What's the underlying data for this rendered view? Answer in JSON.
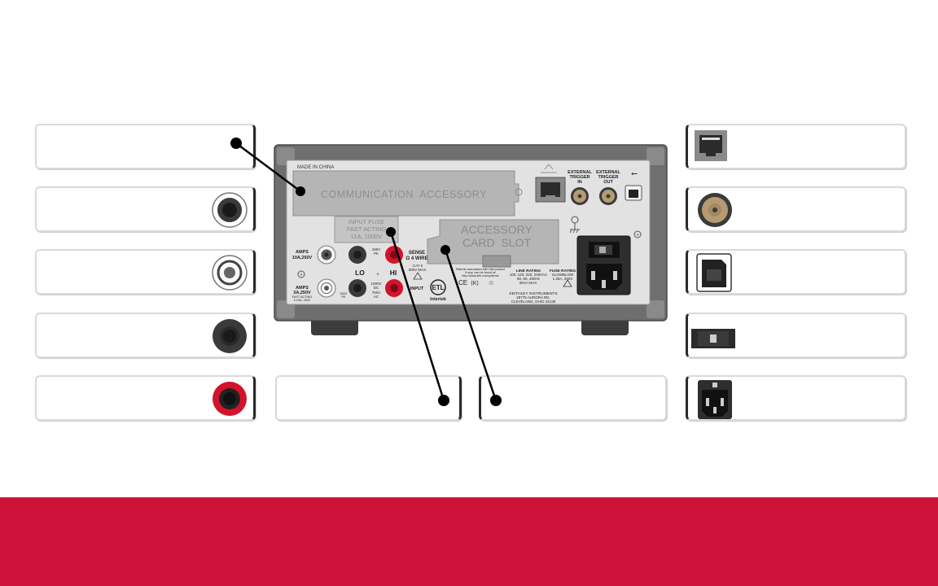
{
  "panel": {
    "made_in": "MADE IN CHINA",
    "comm_slot_label": "COMMUNICATION  ACCESSORY",
    "input_fuse": [
      "INPUT FUSE",
      "FAST ACTING",
      "11A, 1000V"
    ],
    "accessory_slot": [
      "ACCESSORY",
      "CARD  SLOT"
    ],
    "amps_10a": [
      "AMPS",
      "10A,250V"
    ],
    "amps_3a": [
      "AMPS",
      "3A,250V"
    ],
    "amps_3a_sub": [
      "FAST ACTING",
      "3.15A, 250V"
    ],
    "lo_label": "LO",
    "hi_label": "HI",
    "sense_label": [
      "SENSE",
      "Ω 4 WIRE"
    ],
    "input_label": "INPUT",
    "cat_label": [
      "CAT II",
      "300V MAX."
    ],
    "v_150": [
      "150V",
      "PK"
    ],
    "v_1000": [
      "1000V",
      "DC"
    ],
    "v_750": [
      "750V",
      "AC"
    ],
    "v_500": [
      "500V",
      "PK"
    ],
    "ext_trig_in": [
      "EXTERNAL",
      "TRIGGER",
      "IN"
    ],
    "ext_trig_out": [
      "EXTERNAL",
      "TRIGGER",
      "OUT"
    ],
    "line_rating": [
      "LINE RATING",
      "100, 120, 220, 240VAC",
      "50, 60, 400Hz",
      "45VA MAX."
    ],
    "fuse_rating": [
      "FUSE RATING",
      "SLOWBLOW",
      "1.25A, 250V"
    ],
    "patents": [
      "Patents associated with this product",
      "if any, can be found at",
      "http://www.tek.com/patents"
    ],
    "intertek": "Intertek",
    "maker": [
      "KEITHLEY INSTRUMENTS",
      "28775 AURORA RD.",
      "CLEVELAND, OHIO 44139"
    ]
  },
  "colors": {
    "band": "#cf1239",
    "panel": "#e2e2e2",
    "red_terminal": "#d3122c",
    "bnc": "#b59a72"
  },
  "icons": {
    "left_column": [
      "black-binding-post-icon",
      "white-binding-post-icon",
      "black-terminal-icon",
      "red-terminal-icon"
    ],
    "right_column": [
      "ethernet-port-icon",
      "bnc-connector-icon",
      "usb-b-port-icon",
      "line-voltage-selector-icon",
      "power-inlet-icon"
    ]
  }
}
